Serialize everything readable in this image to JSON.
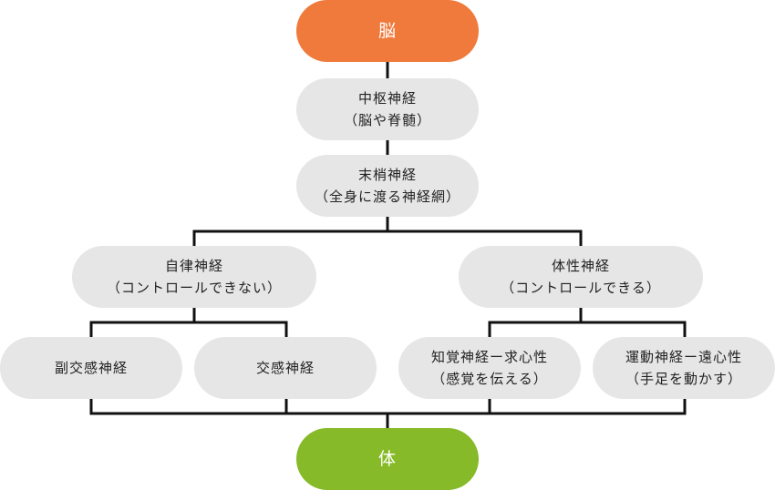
{
  "brain": "脳",
  "body": "体",
  "cns": {
    "line1": "中枢神経",
    "line2": "（脳や脊髄）"
  },
  "pns": {
    "line1": "末梢神経",
    "line2": "（全身に渡る神経網）"
  },
  "autonomic": {
    "line1": "自律神経",
    "line2": "（コントロールできない）"
  },
  "somatic": {
    "line1": "体性神経",
    "line2": "（コントロールできる）"
  },
  "parasympathetic": "副交感神経",
  "sympathetic": "交感神経",
  "sensory": {
    "line1": "知覚神経ー求心性",
    "line2": "（感覚を伝える）"
  },
  "motor": {
    "line1": "運動神経ー遠心性",
    "line2": "（手足を動かす）"
  },
  "colors": {
    "brain": "#f07a3c",
    "body": "#86ba28",
    "node": "#e6e6e6",
    "line": "#111111"
  }
}
